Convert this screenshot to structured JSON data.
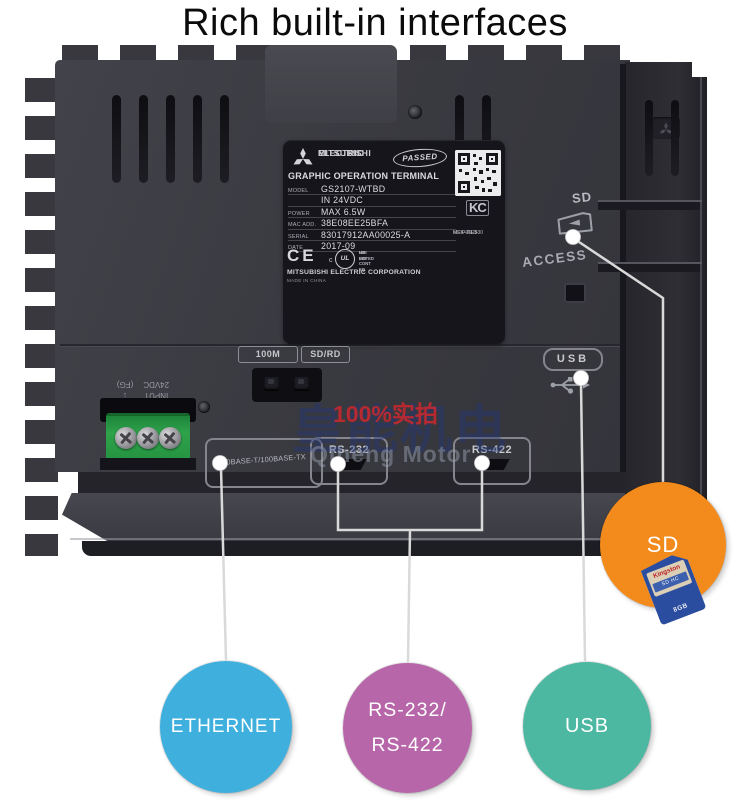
{
  "title": "Rich built-in interfaces",
  "watermarks": {
    "brand_cn": "皇能机电",
    "real_shot": "100%实拍",
    "brand_en": "Qineng Motor"
  },
  "device": {
    "label": {
      "brand_line1": "MITSUBISHI",
      "brand_line2": "ELECTRIC",
      "passed": "PASSED",
      "product": "GRAPHIC OPERATION TERMINAL",
      "rows": [
        {
          "key": "MODEL",
          "value": "GS2107-WTBD"
        },
        {
          "key": "",
          "value": "IN  24VDC"
        },
        {
          "key": "POWER",
          "value": "MAX  6.5W"
        },
        {
          "key": "MAC ADD.",
          "value": "38E08EE25BFA"
        },
        {
          "key": "SERIAL",
          "value": "83017912AA00025-A"
        },
        {
          "key": "DATE",
          "value": "2017-09"
        }
      ],
      "ce": "CE",
      "ul_c": "c",
      "ul": "UL",
      "ul_line1": "HMI IND CONT EQ",
      "ul_line2": "US LISTED",
      "kc": "KC",
      "kc_code1": "MSIP-RE3-",
      "kc_code2": "MEK-05U930",
      "corp": "MITSUBISHI ELECTRIC CORPORATION",
      "made_in": "MADE IN CHINA"
    },
    "markings": {
      "led_100m": "100M",
      "led_sdrd": "SD/RD",
      "power_input": "INPUT",
      "power_voltage": "24VDC",
      "power_arrow": "↓",
      "power_fg": "(FG)",
      "ethernet_port": "10BASE-T/100BASE-TX",
      "rs232_port": "RS-232",
      "rs422_port": "RS-422",
      "usb_port": "USB",
      "sd_slot": "SD",
      "access": "ACCESS"
    }
  },
  "callouts": {
    "sd": {
      "label": "SD",
      "color": "#f28a1c"
    },
    "ethernet": {
      "label": "ETHERNET",
      "color": "#3fb0dd"
    },
    "serial": {
      "line1": "RS-232/",
      "line2": "RS-422",
      "color": "#b767a9"
    },
    "usb": {
      "label": "USB",
      "color": "#4db8a2"
    }
  },
  "sd_card": {
    "brand": "Kingston",
    "stripe": "SD HC",
    "capacity": "8GB"
  }
}
